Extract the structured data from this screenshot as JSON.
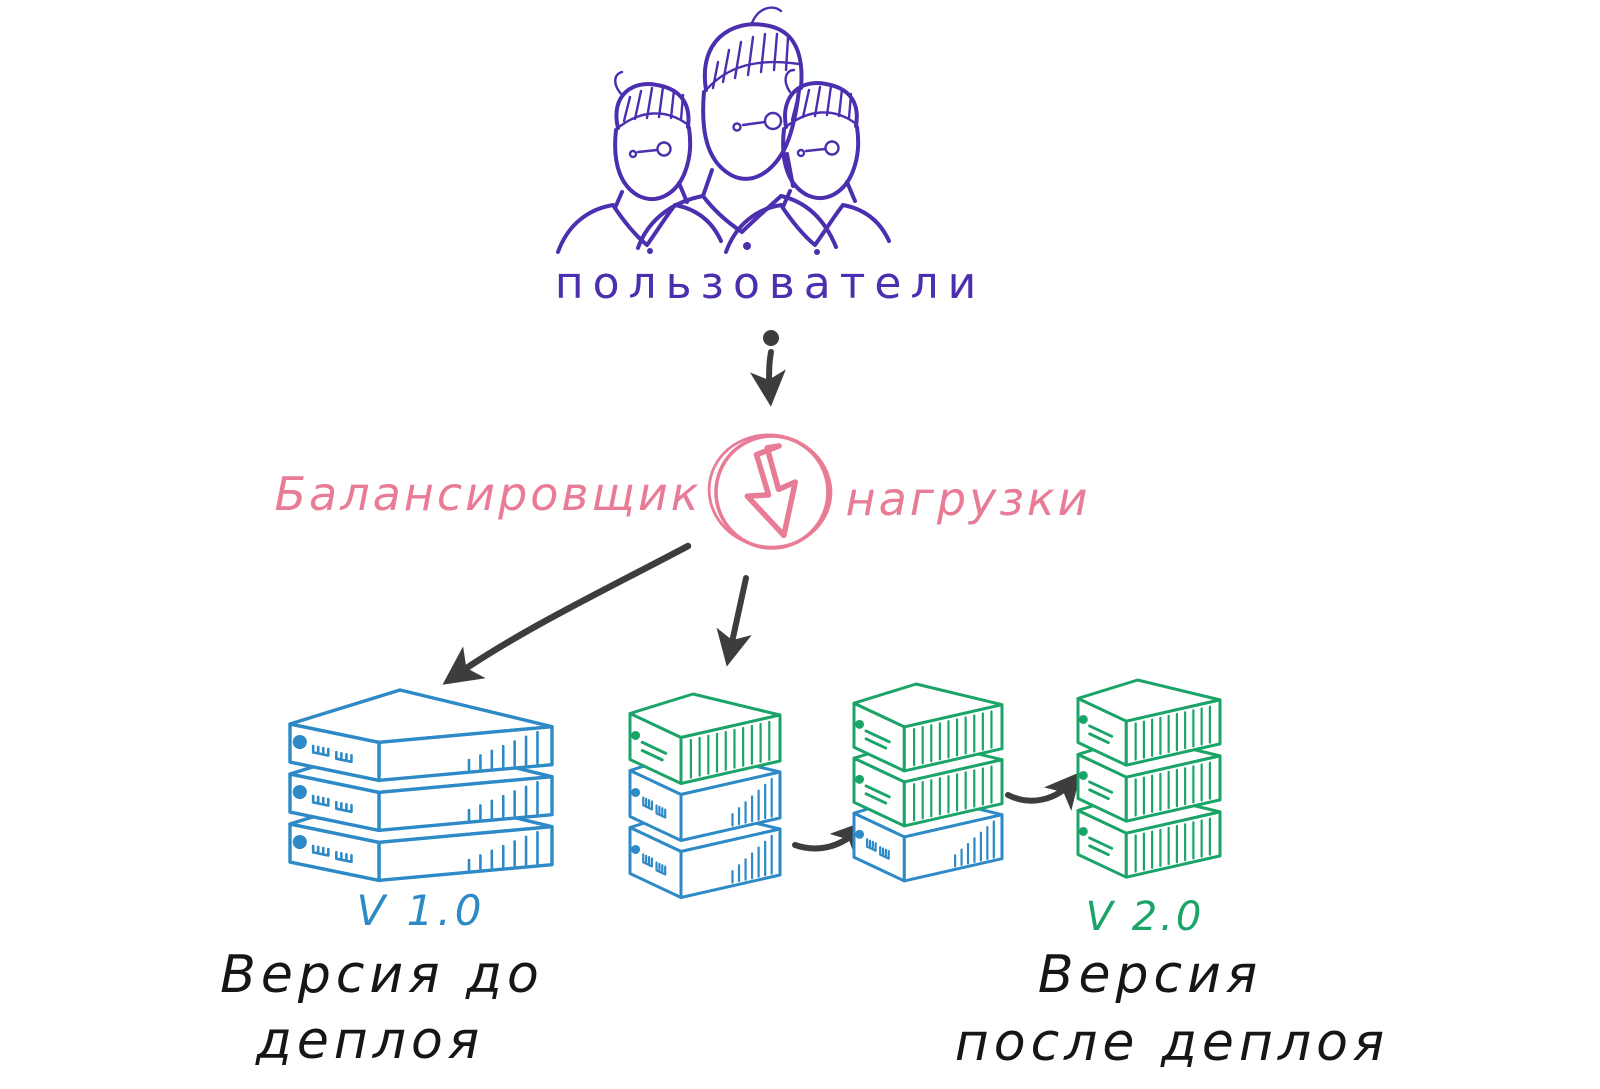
{
  "canvas": {
    "background": "#ffffff"
  },
  "colors": {
    "ink_purple": "#4b2fae",
    "ink_pink": "#e87b95",
    "server_blue": "#2d8ac6",
    "server_green": "#1ba468",
    "ink_black": "#161616",
    "arrow_dark": "#3d3d3d"
  },
  "users": {
    "label": "пользователи",
    "count": 3
  },
  "load_balancer": {
    "label_left": "Балансировщик",
    "label_right": "нагрузки",
    "icon": "circled-down-arrow-icon"
  },
  "stacks": [
    {
      "id": "stack-v1",
      "name": "v1-servers",
      "units": [
        "blue",
        "blue",
        "blue"
      ]
    },
    {
      "id": "stack-stage1",
      "name": "deploy-stage-1",
      "units": [
        "green",
        "blue",
        "blue"
      ]
    },
    {
      "id": "stack-stage2",
      "name": "deploy-stage-2",
      "units": [
        "green",
        "green",
        "blue"
      ]
    },
    {
      "id": "stack-v2",
      "name": "v2-servers",
      "units": [
        "green",
        "green",
        "green"
      ]
    }
  ],
  "labels": {
    "v1_version": "V 1.0",
    "v1_caption_line1": "Версия до",
    "v1_caption_line2": "деплоя",
    "v2_version": "V 2.0",
    "v2_caption_line1": "Версия",
    "v2_caption_line2": "после деплоя"
  }
}
